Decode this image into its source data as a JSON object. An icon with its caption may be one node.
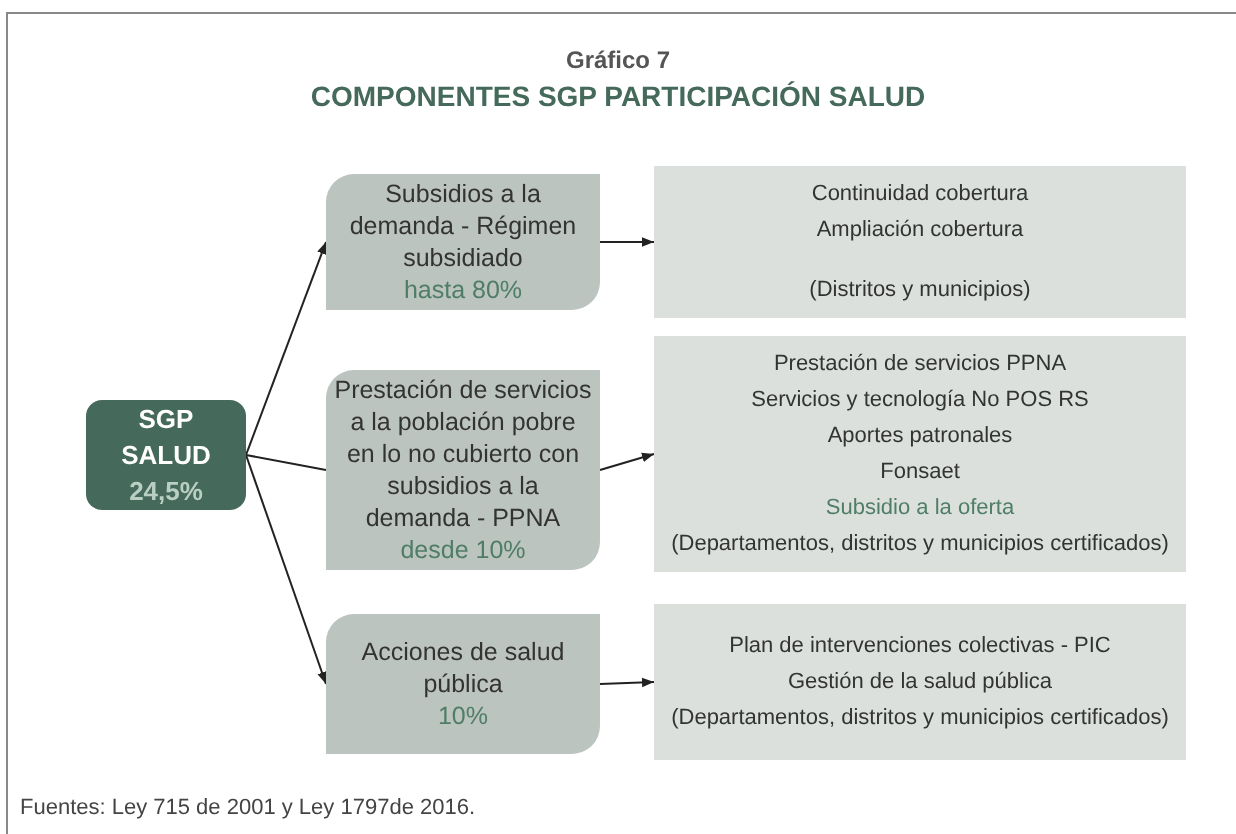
{
  "diagram": {
    "title": "COMPONENTES SGP PARTICIPACIÓN SALUD",
    "caption": "Fuentes: Ley 715 de 2001 y Ley 1797de 2016.",
    "labels": [
      "Gráfico 7"
    ],
    "nodes": [
      {
        "text": [
          "SGP SALUD",
          "24,5%"
        ]
      },
      {
        "text": [
          "Subsidios a la demanda - Régimen subsidiado",
          "hasta 80%"
        ]
      },
      {
        "text": [
          "Prestación de servicios a la población pobre en lo no cubierto con subsidios a la demanda - PPNA",
          "desde 10%"
        ]
      },
      {
        "text": [
          "Acciones de salud pública",
          "10%"
        ]
      },
      {
        "text": [
          "Continuidad cobertura",
          "Ampliación cobertura",
          "(Distritos y municipios)"
        ]
      },
      {
        "text": [
          "Prestación de servicios PPNA",
          "Servicios y tecnología No POS RS",
          "Aportes patronales",
          "Fonsaet",
          "Subsidio a la oferta",
          "(Departamentos, distritos y municipios certificados)"
        ]
      },
      {
        "text": [
          "Plan de intervenciones colectivas - PIC",
          "Gestión de la salud pública",
          "(Departamentos, distritos y municipios certificados)"
        ]
      }
    ],
    "edges": [
      {
        "from": 0,
        "to": 1,
        "arrow": "to"
      },
      {
        "from": 0,
        "to": 2,
        "arrow": "none"
      },
      {
        "from": 0,
        "to": 3,
        "arrow": "to"
      },
      {
        "from": 1,
        "to": 4,
        "arrow": "to"
      },
      {
        "from": 2,
        "to": 5,
        "arrow": "to"
      },
      {
        "from": 3,
        "to": 6,
        "arrow": "to"
      }
    ]
  }
}
